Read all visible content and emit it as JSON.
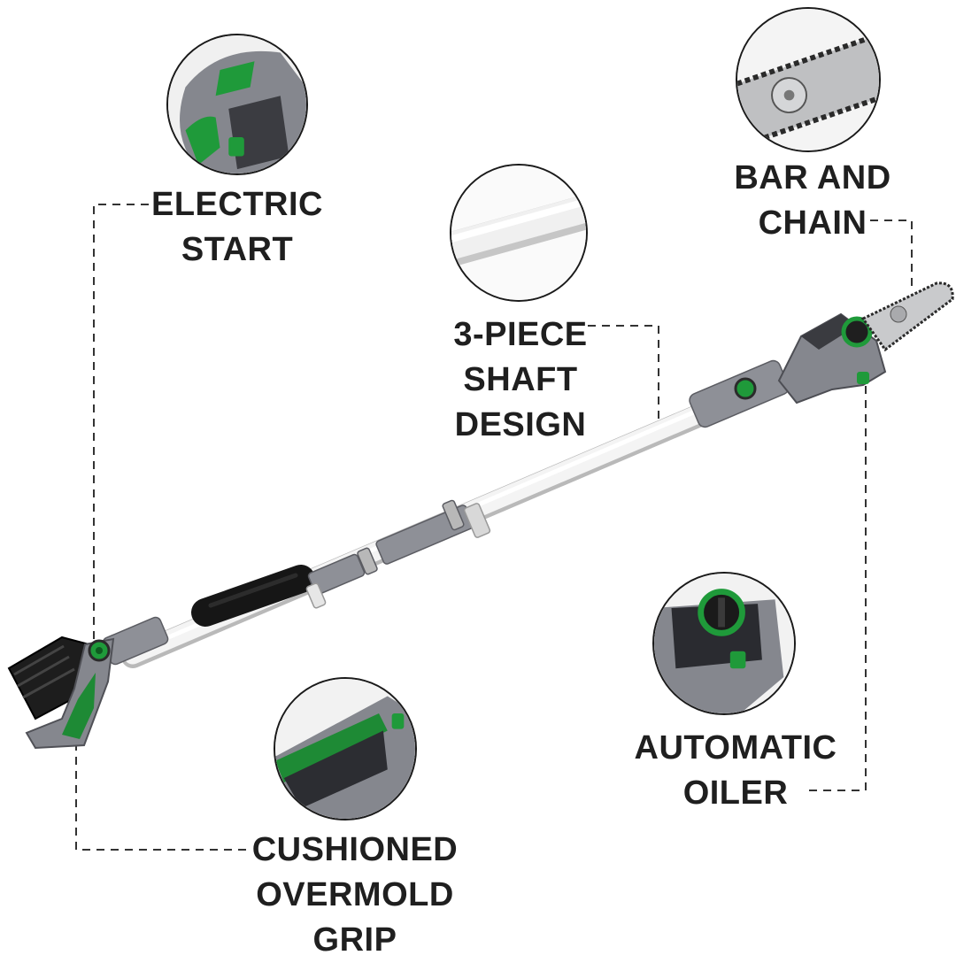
{
  "colors": {
    "accent_green": "#1f9a3a",
    "body_gray": "#8a8c93",
    "dark_gray": "#3c3d42",
    "shaft_white": "#f2f2f2",
    "grip_black": "#161616",
    "callout_line": "#333333"
  },
  "features": {
    "electric_start": {
      "lines": [
        "ELECTRIC",
        "START"
      ],
      "icon": "trigger-detail"
    },
    "bar_and_chain": {
      "lines": [
        "BAR AND",
        "CHAIN"
      ],
      "icon": "chain-bar-detail"
    },
    "shaft": {
      "lines": [
        "3-PIECE",
        "SHAFT",
        "DESIGN"
      ],
      "icon": "shaft-detail"
    },
    "oiler": {
      "lines": [
        "AUTOMATIC",
        "OILER"
      ],
      "icon": "oil-cap-detail"
    },
    "grip": {
      "lines": [
        "CUSHIONED",
        "OVERMOLD",
        "GRIP"
      ],
      "icon": "grip-detail"
    }
  }
}
